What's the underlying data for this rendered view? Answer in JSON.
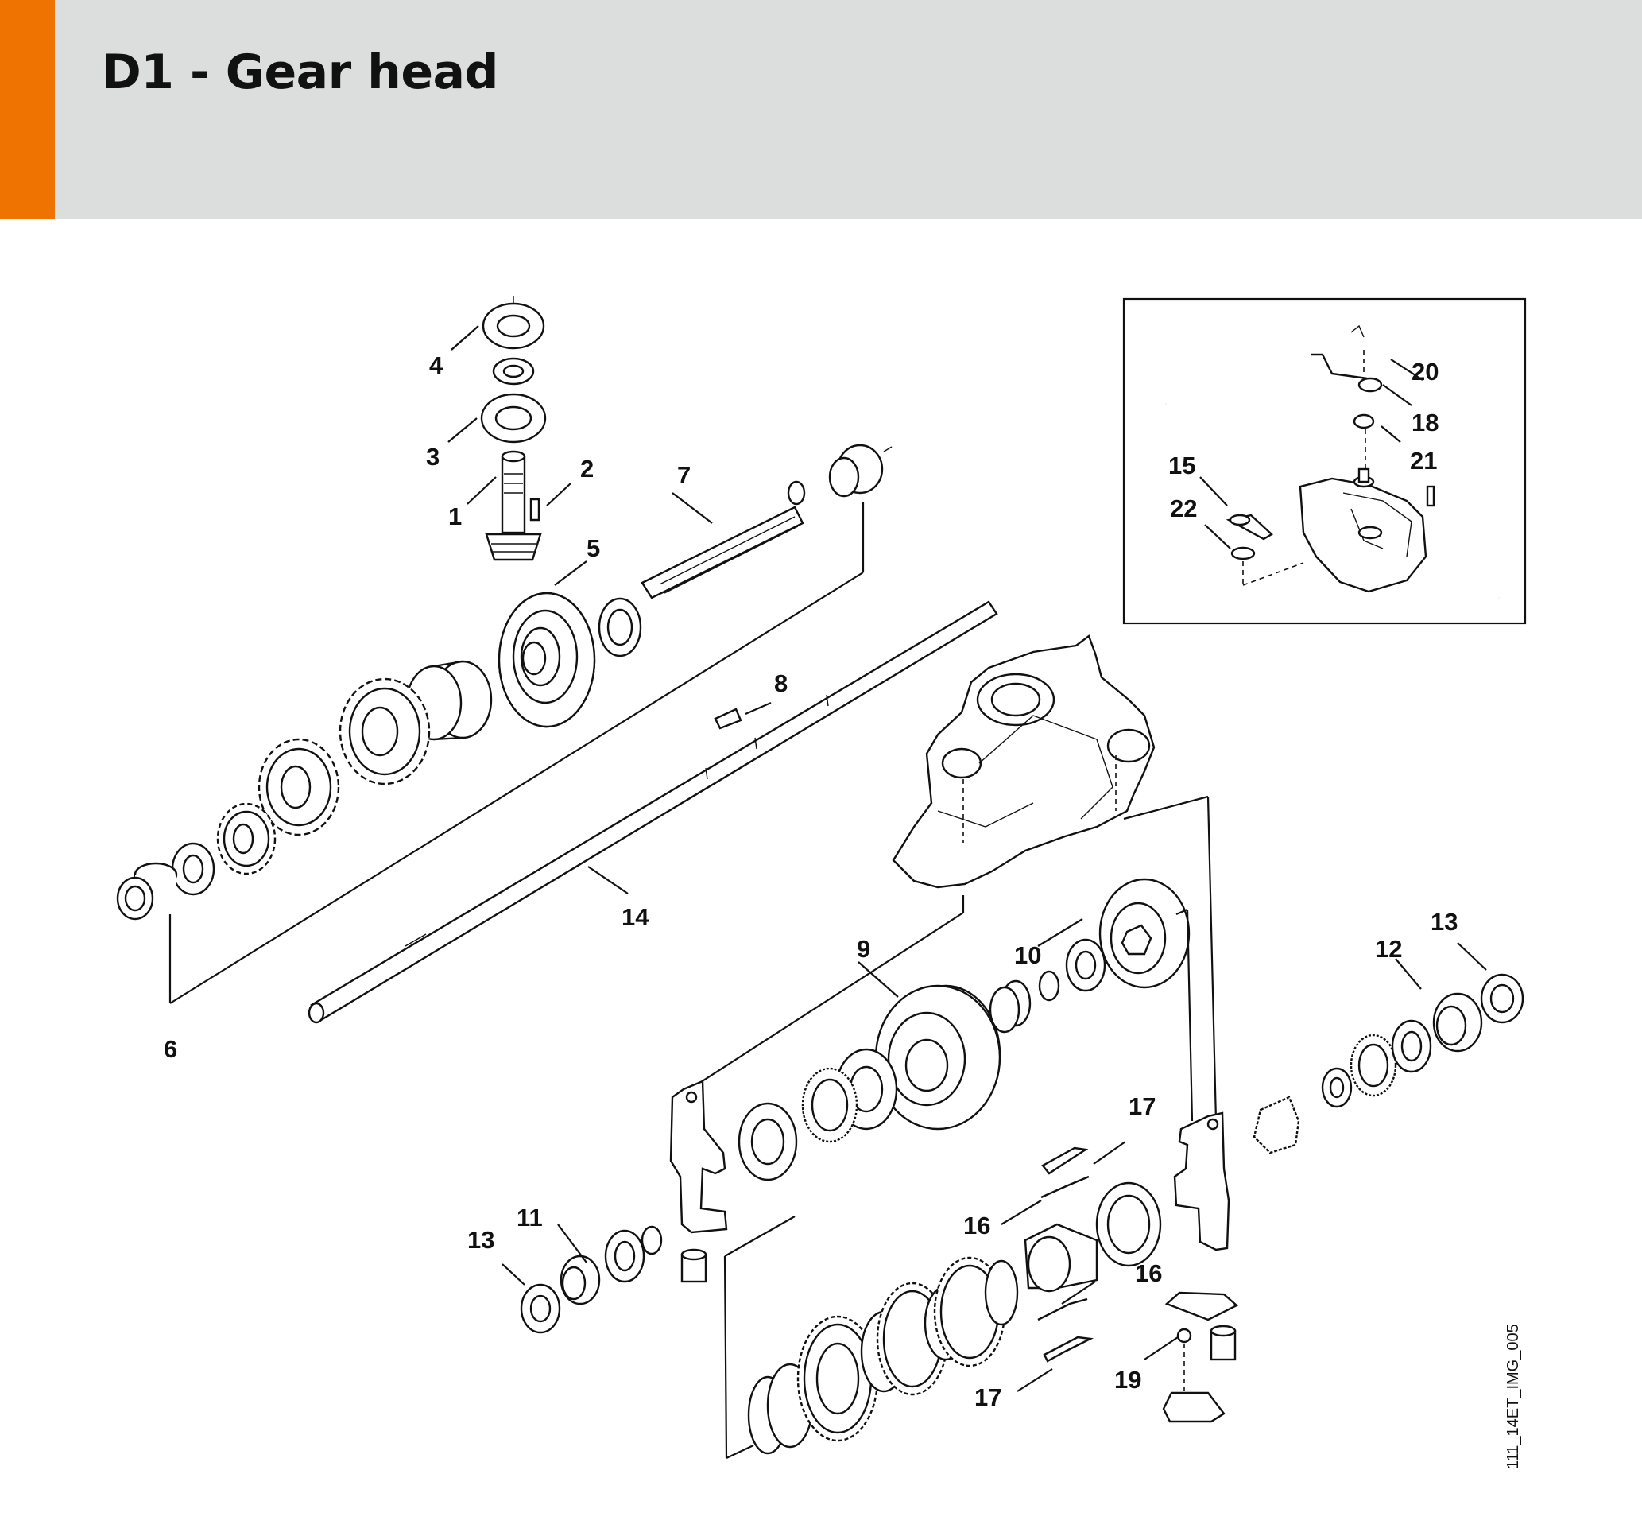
{
  "title": "D1 - Gear head",
  "image_ref": "111_14ET_IMG_005",
  "colors": {
    "accent": "#ef7300",
    "header_bg": "#dcdddd"
  },
  "callouts": {
    "c1": "1",
    "c2": "2",
    "c3": "3",
    "c4": "4",
    "c5": "5",
    "c6": "6",
    "c7": "7",
    "c8": "8",
    "c9": "9",
    "c10": "10",
    "c11": "11",
    "c12": "12",
    "c13a": "13",
    "c13b": "13",
    "c14": "14",
    "c15": "15",
    "c16a": "16",
    "c16b": "16",
    "c17a": "17",
    "c17b": "17",
    "c18": "18",
    "c19": "19",
    "c20": "20",
    "c21": "21",
    "c22": "22"
  }
}
